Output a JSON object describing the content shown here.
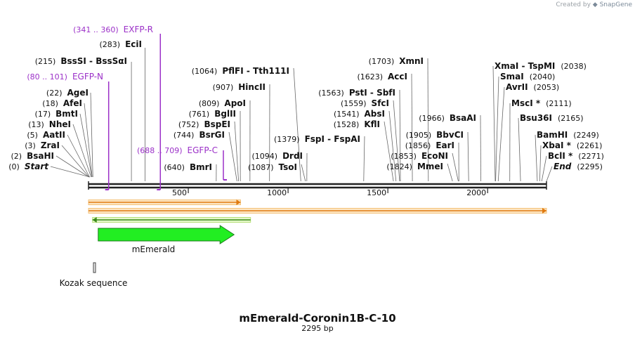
{
  "credit": {
    "prefix": "Created by",
    "brand": "SnapGene"
  },
  "map": {
    "title": "mEmerald-Coronin1B-C-10",
    "length_label": "2295 bp",
    "length": 2295
  },
  "colors": {
    "enzyme": "#111111",
    "primer": "#9b30c8",
    "feature": "#22ee22",
    "orf": "#e07a10",
    "leader": "#666666"
  },
  "ticks": [
    {
      "pos": 500,
      "label": "500"
    },
    {
      "pos": 1000,
      "label": "1000"
    },
    {
      "pos": 1500,
      "label": "1500"
    },
    {
      "pos": 2000,
      "label": "2000"
    }
  ],
  "left_labels": [
    {
      "num": "(341 .. 360)",
      "name": "EXFP-R",
      "pos": 360,
      "kind": "primer"
    },
    {
      "num": "(283)",
      "name": "EciI",
      "pos": 283,
      "kind": "enzyme"
    },
    {
      "num": "(215)",
      "name": "BssSI  - BssSαI",
      "pos": 215,
      "kind": "enzyme"
    },
    {
      "num": "(80 .. 101)",
      "name": "EGFP-N",
      "pos": 101,
      "kind": "primer"
    },
    {
      "num": "(22)",
      "name": "AgeI",
      "pos": 22,
      "kind": "enzyme"
    },
    {
      "num": "(18)",
      "name": "AfeI",
      "pos": 18,
      "kind": "enzyme"
    },
    {
      "num": "(17)",
      "name": "BmtI",
      "pos": 17,
      "kind": "enzyme"
    },
    {
      "num": "(13)",
      "name": "NheI",
      "pos": 13,
      "kind": "enzyme"
    },
    {
      "num": "(5)",
      "name": "AatII",
      "pos": 5,
      "kind": "enzyme"
    },
    {
      "num": "(3)",
      "name": "ZraI",
      "pos": 3,
      "kind": "enzyme"
    },
    {
      "num": "(2)",
      "name": "BsaHI",
      "pos": 2,
      "kind": "enzyme"
    },
    {
      "num": "(0)",
      "name": "Start",
      "pos": 0,
      "kind": "end"
    }
  ],
  "mid_labels": [
    {
      "num": "(1064)",
      "name": "PflFI  - Tth111I",
      "pos": 1064,
      "kind": "enzyme"
    },
    {
      "num": "(907)",
      "name": "HincII",
      "pos": 907,
      "kind": "enzyme"
    },
    {
      "num": "(809)",
      "name": "ApoI",
      "pos": 809,
      "kind": "enzyme"
    },
    {
      "num": "(761)",
      "name": "BglII",
      "pos": 761,
      "kind": "enzyme"
    },
    {
      "num": "(752)",
      "name": "BspEI",
      "pos": 752,
      "kind": "enzyme"
    },
    {
      "num": "(744)",
      "name": "BsrGI",
      "pos": 744,
      "kind": "enzyme"
    },
    {
      "num": "(688 .. 709)",
      "name": "EGFP-C",
      "pos": 688,
      "kind": "primer"
    },
    {
      "num": "(640)",
      "name": "BmrI",
      "pos": 640,
      "kind": "enzyme"
    },
    {
      "num": "(1379)",
      "name": "FspI  - FspAI",
      "pos": 1379,
      "kind": "enzyme"
    },
    {
      "num": "(1094)",
      "name": "DrdI",
      "pos": 1094,
      "kind": "enzyme"
    },
    {
      "num": "(1087)",
      "name": "TsoI",
      "pos": 1087,
      "kind": "enzyme"
    },
    {
      "num": "(1703)",
      "name": "XmnI",
      "pos": 1703,
      "kind": "enzyme"
    },
    {
      "num": "(1623)",
      "name": "AccI",
      "pos": 1623,
      "kind": "enzyme"
    },
    {
      "num": "(1563)",
      "name": "PstI  - SbfI",
      "pos": 1563,
      "kind": "enzyme"
    },
    {
      "num": "(1559)",
      "name": "SfcI",
      "pos": 1559,
      "kind": "enzyme"
    },
    {
      "num": "(1541)",
      "name": "AbsI",
      "pos": 1541,
      "kind": "enzyme"
    },
    {
      "num": "(1528)",
      "name": "KflI",
      "pos": 1528,
      "kind": "enzyme"
    },
    {
      "num": "(1966)",
      "name": "BsaAI",
      "pos": 1966,
      "kind": "enzyme"
    },
    {
      "num": "(1905)",
      "name": "BbvCI",
      "pos": 1905,
      "kind": "enzyme"
    },
    {
      "num": "(1856)",
      "name": "EarI",
      "pos": 1856,
      "kind": "enzyme"
    },
    {
      "num": "(1853)",
      "name": "EcoNI",
      "pos": 1853,
      "kind": "enzyme"
    },
    {
      "num": "(1824)",
      "name": "MmeI",
      "pos": 1824,
      "kind": "enzyme"
    }
  ],
  "right_labels": [
    {
      "name": "XmaI  - TspMI",
      "num": "(2038)",
      "pos": 2038,
      "kind": "enzyme"
    },
    {
      "name": "SmaI",
      "num": "(2040)",
      "pos": 2040,
      "kind": "enzyme"
    },
    {
      "name": "AvrII",
      "num": "(2053)",
      "pos": 2053,
      "kind": "enzyme"
    },
    {
      "name": "MscI *",
      "num": "(2111)",
      "pos": 2111,
      "kind": "enzyme"
    },
    {
      "name": "Bsu36I",
      "num": "(2165)",
      "pos": 2165,
      "kind": "enzyme"
    },
    {
      "name": "BamHI",
      "num": "(2249)",
      "pos": 2249,
      "kind": "enzyme"
    },
    {
      "name": "XbaI *",
      "num": "(2261)",
      "pos": 2261,
      "kind": "enzyme"
    },
    {
      "name": "BclI *",
      "num": "(2271)",
      "pos": 2271,
      "kind": "enzyme"
    },
    {
      "name": "End",
      "num": "(2295)",
      "pos": 2295,
      "kind": "end"
    }
  ],
  "orfs": [
    {
      "start": 0,
      "end": 762,
      "direction": "forward"
    },
    {
      "start": 0,
      "end": 2295,
      "direction": "forward"
    },
    {
      "start": 20,
      "end": 812,
      "direction": "reverse"
    }
  ],
  "features": [
    {
      "name": "mEmerald",
      "start": 31,
      "end": 747,
      "direction": "forward"
    },
    {
      "name": "Kozak sequence",
      "start": 25,
      "end": 35,
      "direction": "none"
    }
  ]
}
